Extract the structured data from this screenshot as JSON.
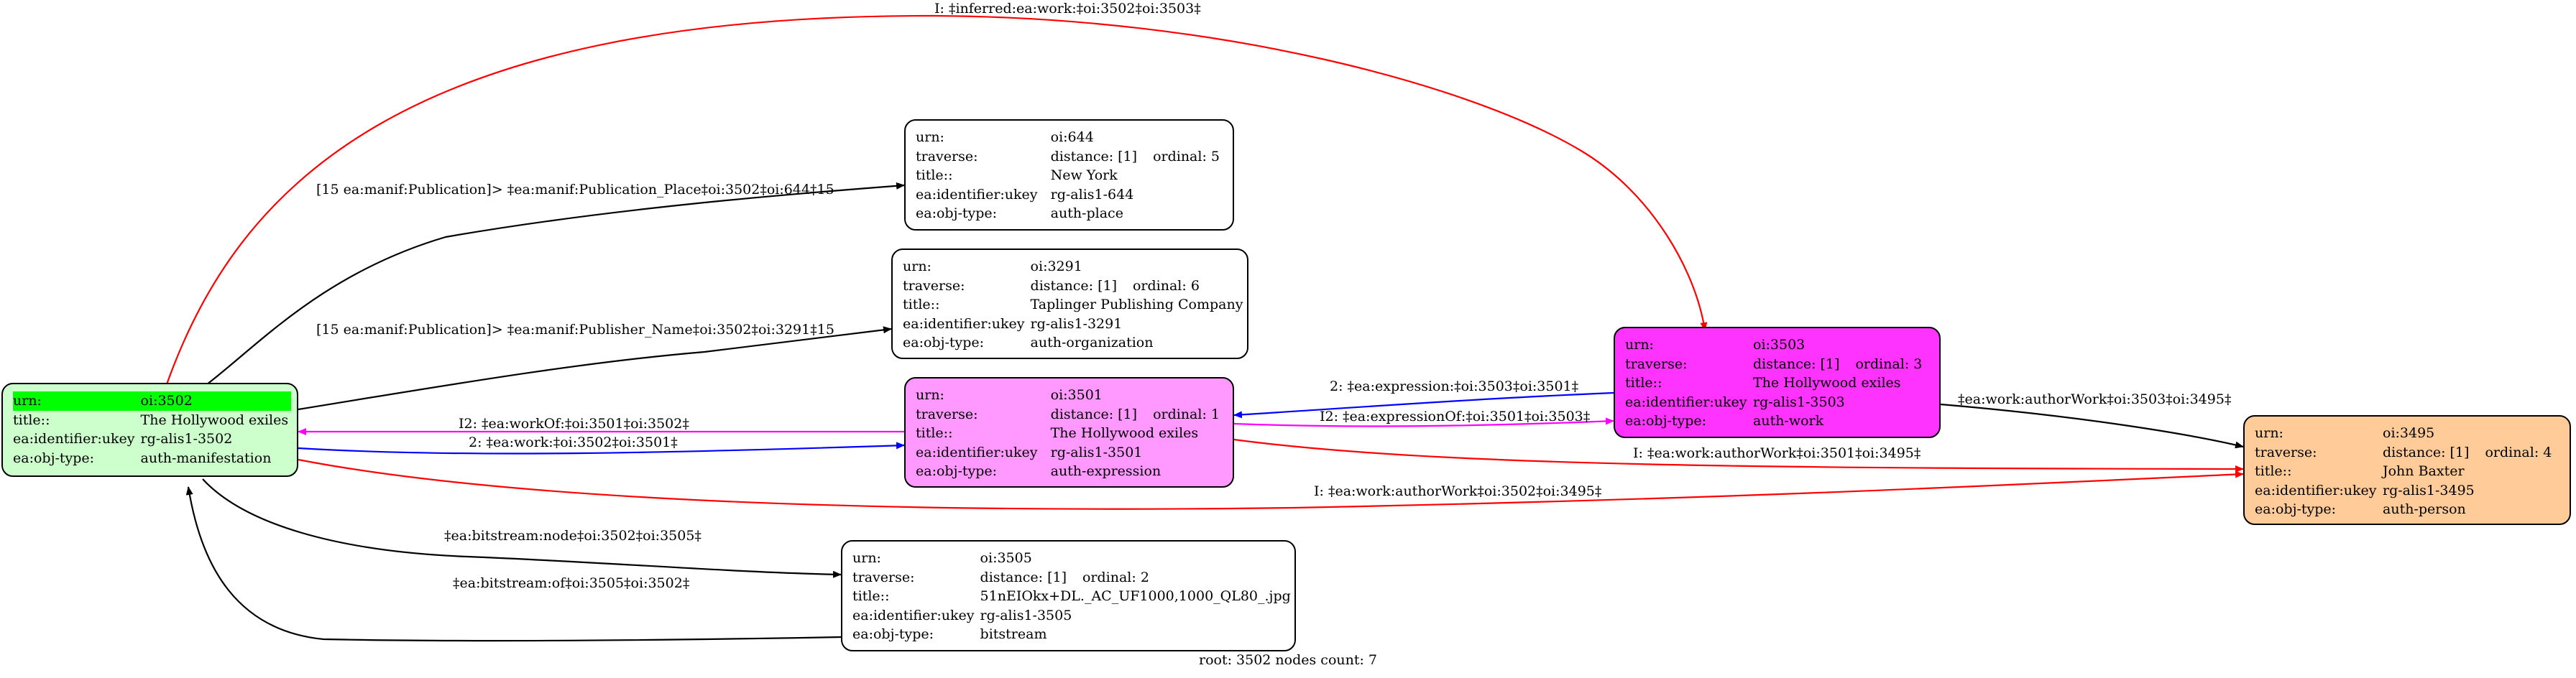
{
  "colors": {
    "n3502": "#ccffcc",
    "n3502_header": "#00ff00",
    "n3501": "#ff99ff",
    "n3503": "#ff33ff",
    "n3495": "#ffcc99",
    "plain": "#ffffff",
    "edge_black": "#000000",
    "edge_red": "#ff0000",
    "edge_blue": "#0000ff",
    "edge_magenta": "#ff00ff"
  },
  "nodes": {
    "n3502": {
      "urn_key": "urn:",
      "urn_val": "oi:3502",
      "title_key": "title::",
      "title_val": "The Hollywood exiles",
      "ukey_key": "ea:identifier:ukey",
      "ukey_val": "rg-alis1-3502",
      "type_key": "ea:obj-type:",
      "type_val": "auth-manifestation"
    },
    "n644": {
      "urn_key": "urn:",
      "urn_val": "oi:644",
      "trav_key": "traverse:",
      "trav_val": "distance: [1]",
      "ordinal": "ordinal: 5",
      "title_key": "title::",
      "title_val": "New York",
      "ukey_key": "ea:identifier:ukey",
      "ukey_val": "rg-alis1-644",
      "type_key": "ea:obj-type:",
      "type_val": "auth-place"
    },
    "n3291": {
      "urn_key": "urn:",
      "urn_val": "oi:3291",
      "trav_key": "traverse:",
      "trav_val": "distance: [1]",
      "ordinal": "ordinal: 6",
      "title_key": "title::",
      "title_val": "Taplinger Publishing Company",
      "ukey_key": "ea:identifier:ukey",
      "ukey_val": "rg-alis1-3291",
      "type_key": "ea:obj-type:",
      "type_val": "auth-organization"
    },
    "n3501": {
      "urn_key": "urn:",
      "urn_val": "oi:3501",
      "trav_key": "traverse:",
      "trav_val": "distance: [1]",
      "ordinal": "ordinal: 1",
      "title_key": "title::",
      "title_val": "The Hollywood exiles",
      "ukey_key": "ea:identifier:ukey",
      "ukey_val": "rg-alis1-3501",
      "type_key": "ea:obj-type:",
      "type_val": "auth-expression"
    },
    "n3503": {
      "urn_key": "urn:",
      "urn_val": "oi:3503",
      "trav_key": "traverse:",
      "trav_val": "distance: [1]",
      "ordinal": "ordinal: 3",
      "title_key": "title::",
      "title_val": "The Hollywood exiles",
      "ukey_key": "ea:identifier:ukey",
      "ukey_val": "rg-alis1-3503",
      "type_key": "ea:obj-type:",
      "type_val": "auth-work"
    },
    "n3495": {
      "urn_key": "urn:",
      "urn_val": "oi:3495",
      "trav_key": "traverse:",
      "trav_val": "distance: [1]",
      "ordinal": "ordinal: 4",
      "title_key": "title::",
      "title_val": "John Baxter",
      "ukey_key": "ea:identifier:ukey",
      "ukey_val": "rg-alis1-3495",
      "type_key": "ea:obj-type:",
      "type_val": "auth-person"
    },
    "n3505": {
      "urn_key": "urn:",
      "urn_val": "oi:3505",
      "trav_key": "traverse:",
      "trav_val": "distance: [1]",
      "ordinal": "ordinal: 2",
      "title_key": "title::",
      "title_val": "51nEIOkx+DL._AC_UF1000,1000_QL80_.jpg",
      "ukey_key": "ea:identifier:ukey",
      "ukey_val": "rg-alis1-3505",
      "type_key": "ea:obj-type:",
      "type_val": "bitstream"
    }
  },
  "edges": {
    "inferred_work": "I: ‡inferred:ea:work:‡oi:3502‡oi:3503‡",
    "pub_place": "[15 ea:manif:Publication]> ‡ea:manif:Publication_Place‡oi:3502‡oi:644‡15",
    "pub_name": "[15 ea:manif:Publication]> ‡ea:manif:Publisher_Name‡oi:3502‡oi:3291‡15",
    "work_of": "I2: ‡ea:workOf:‡oi:3501‡oi:3502‡",
    "work": "2: ‡ea:work:‡oi:3502‡oi:3501‡",
    "expression": "2: ‡ea:expression:‡oi:3503‡oi:3501‡",
    "expression_of": "I2: ‡ea:expressionOf:‡oi:3501‡oi:3503‡",
    "author_work_3503": "‡ea:work:authorWork‡oi:3503‡oi:3495‡",
    "author_work_3501": "I: ‡ea:work:authorWork‡oi:3501‡oi:3495‡",
    "author_work_3502": "I: ‡ea:work:authorWork‡oi:3502‡oi:3495‡",
    "bitstream_node": "‡ea:bitstream:node‡oi:3502‡oi:3505‡",
    "bitstream_of": "‡ea:bitstream:of‡oi:3505‡oi:3502‡"
  },
  "footer": "root: 3502 nodes count: 7"
}
